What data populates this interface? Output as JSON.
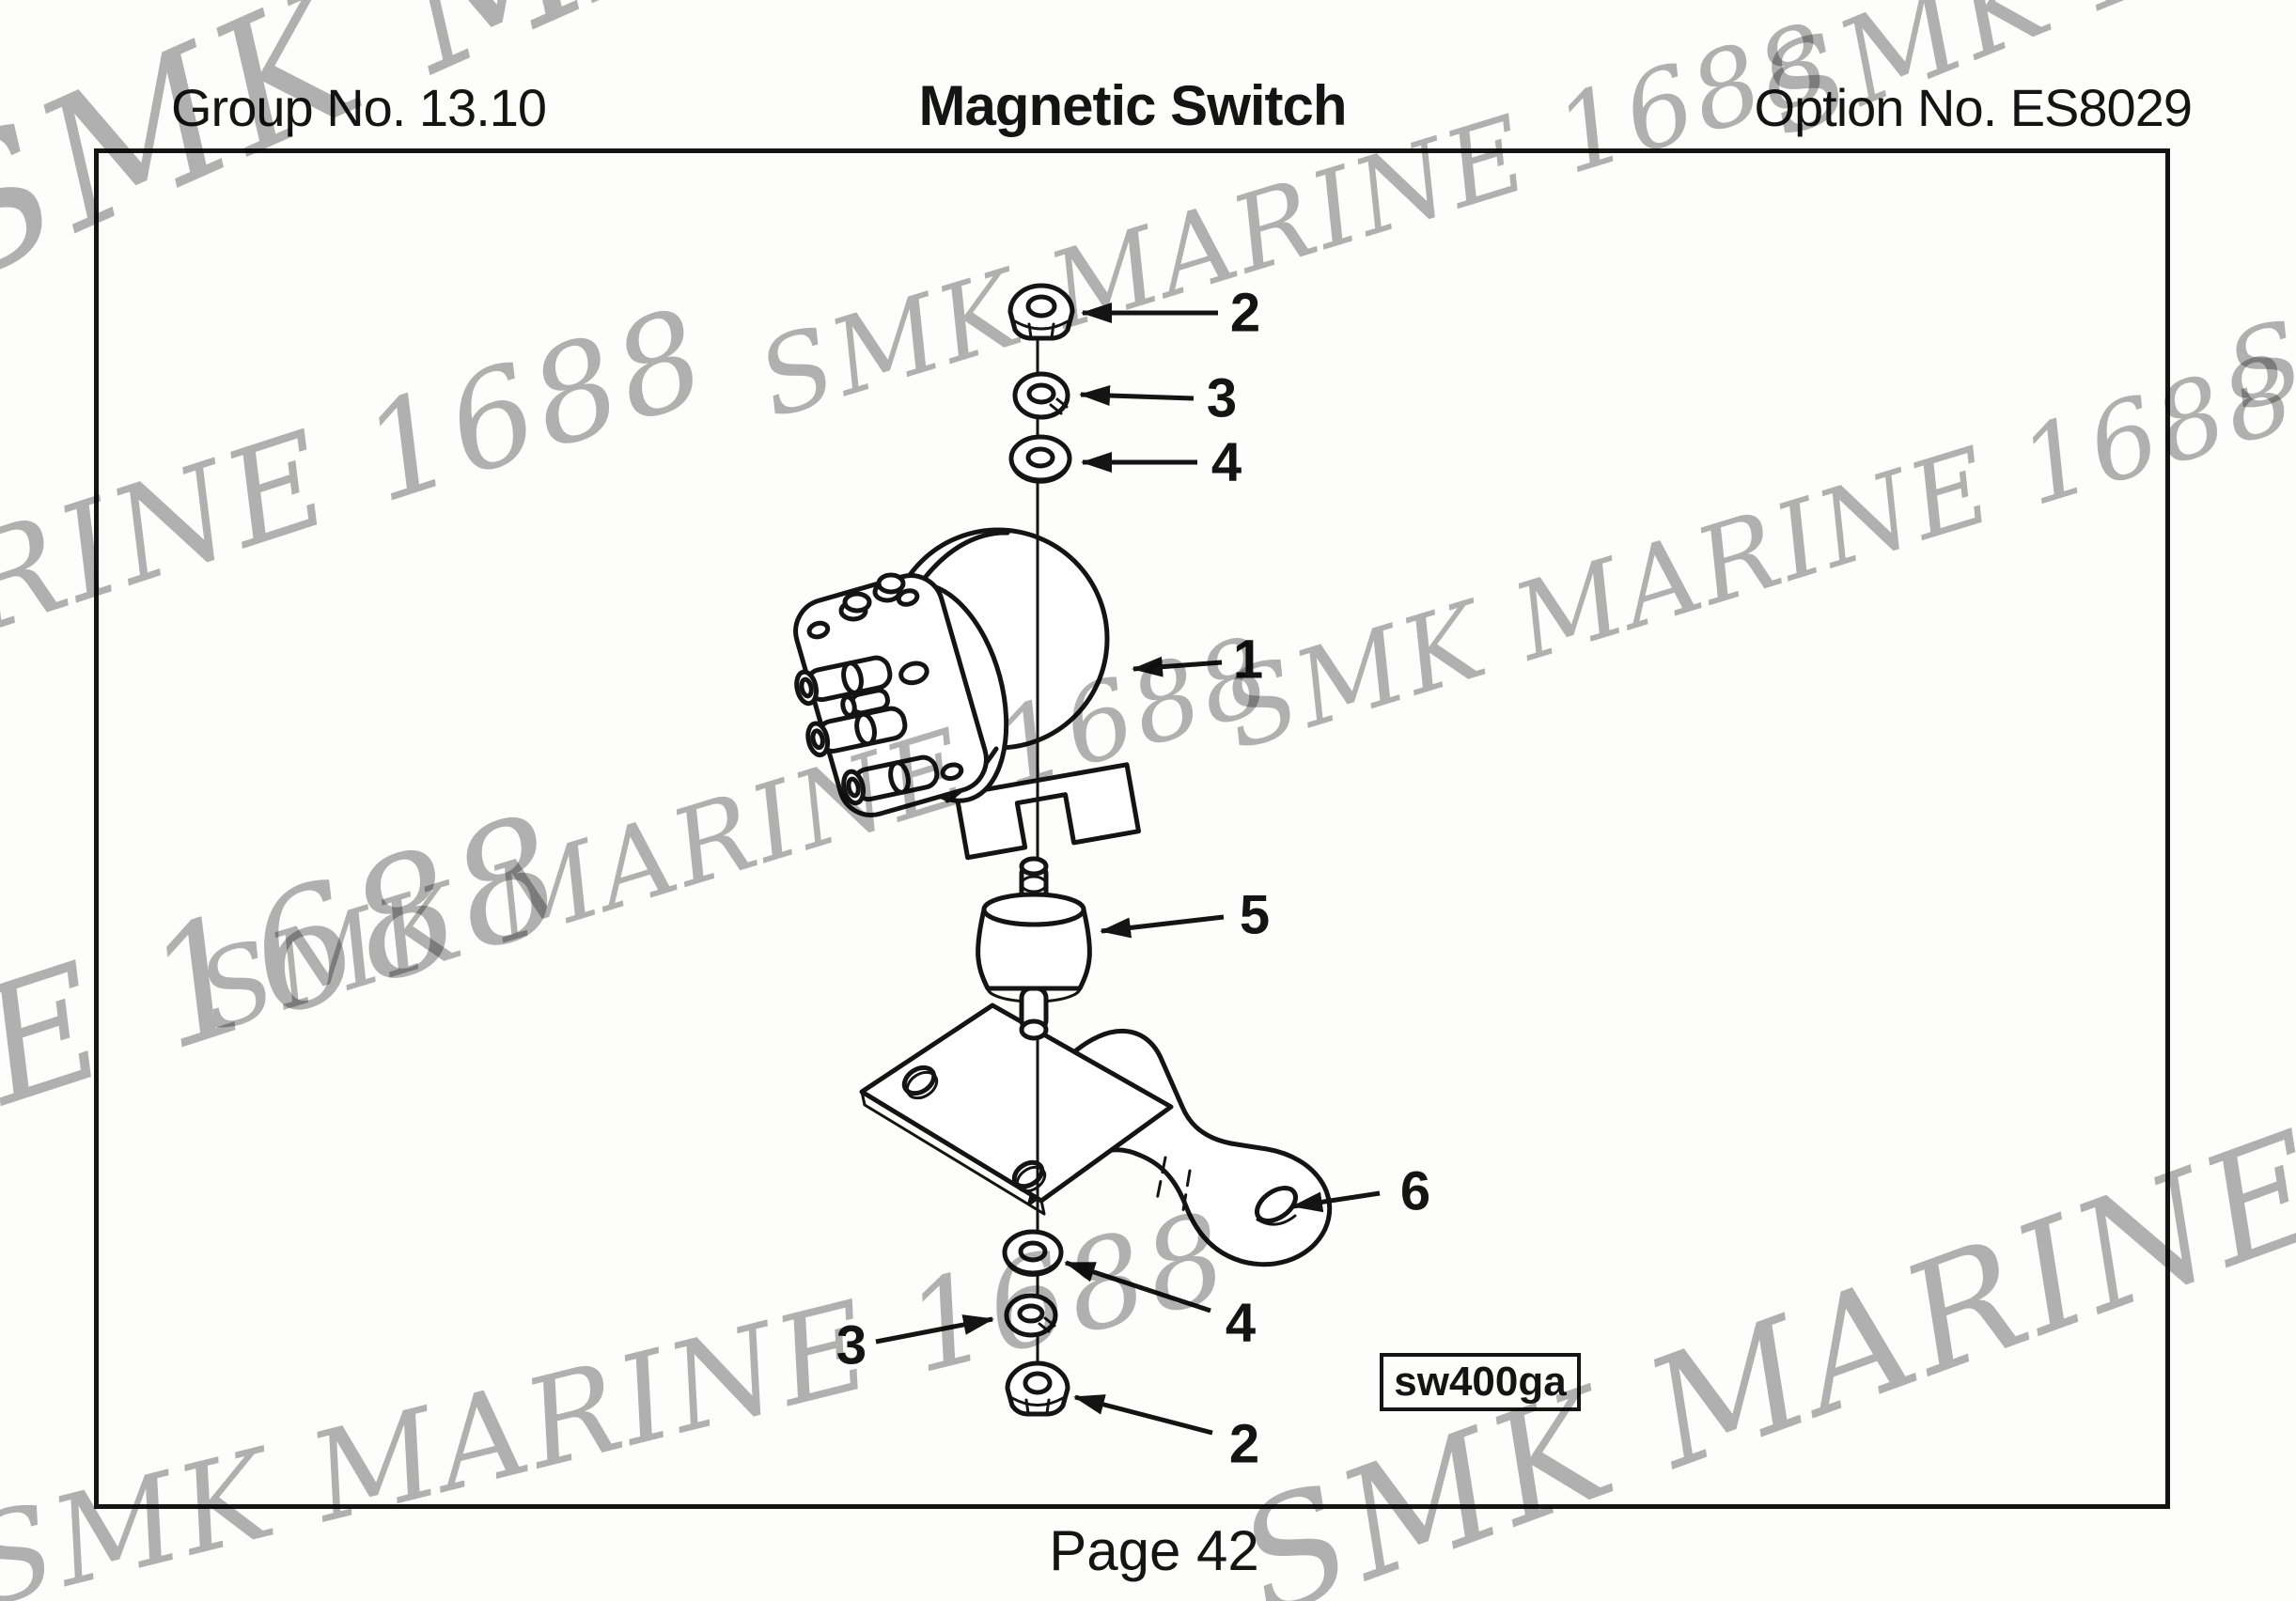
{
  "header": {
    "group_no": "Group No. 13.10",
    "title": "Magnetic Switch",
    "option_no": "Option No. ES8029"
  },
  "diagram": {
    "part_code_label": "sw400ga",
    "watermark_text": "SMK MARINE 1688",
    "colors": {
      "ink": "#141414",
      "watermark": "#b2b2b2",
      "paper": "#fdfdfc"
    },
    "parts": [
      {
        "id": "magnetic-switch-body",
        "callout": "1"
      },
      {
        "id": "hex-nut-top",
        "callout": "2"
      },
      {
        "id": "lock-washer-top",
        "callout": "3"
      },
      {
        "id": "flat-washer-top",
        "callout": "4"
      },
      {
        "id": "rubber-mount",
        "callout": "5"
      },
      {
        "id": "mounting-bracket",
        "callout": "6"
      },
      {
        "id": "flat-washer-bottom",
        "callout": "4"
      },
      {
        "id": "lock-washer-bottom",
        "callout": "3"
      },
      {
        "id": "hex-nut-bottom",
        "callout": "2"
      }
    ],
    "callouts": [
      {
        "id": "c1",
        "label": "1"
      },
      {
        "id": "c2-top",
        "label": "2"
      },
      {
        "id": "c3-top",
        "label": "3"
      },
      {
        "id": "c4-top",
        "label": "4"
      },
      {
        "id": "c5",
        "label": "5"
      },
      {
        "id": "c6",
        "label": "6"
      },
      {
        "id": "c4-bottom",
        "label": "4"
      },
      {
        "id": "c3-bottom",
        "label": "3"
      },
      {
        "id": "c2-bottom",
        "label": "2"
      }
    ]
  },
  "footer": {
    "page_label": "Page 42"
  }
}
